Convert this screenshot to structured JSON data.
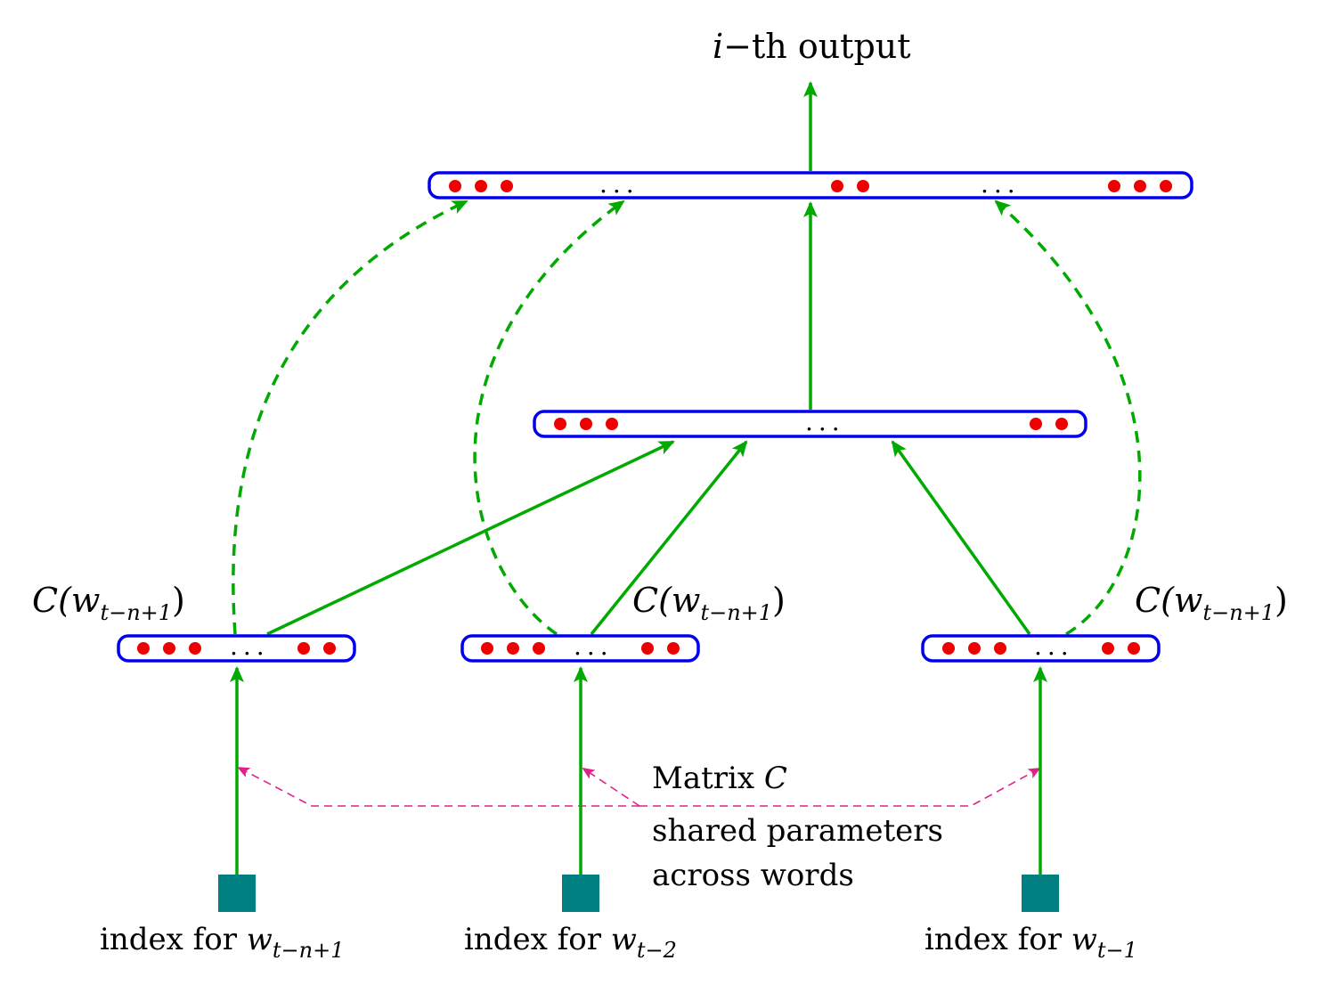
{
  "colors": {
    "solid_arrow": "#00aa00",
    "box_border": "#0000ee",
    "unit_dot": "#ee0000",
    "index_square": "#008080",
    "shared_arrow": "#e0218a"
  },
  "output_label": {
    "var": "i",
    "text": "−th output"
  },
  "ellipsis": "...",
  "embedding_labels": [
    {
      "prefix": "C(",
      "var": "w",
      "sub": "t−n+1",
      "suffix": ")"
    },
    {
      "prefix": "C(",
      "var": "w",
      "sub": "t−n+1",
      "suffix": ")"
    },
    {
      "prefix": "C(",
      "var": "w",
      "sub": "t−n+1",
      "suffix": ")"
    }
  ],
  "index_labels": [
    {
      "text": "index for ",
      "var": "w",
      "sub": "t−n+1"
    },
    {
      "text": "index for ",
      "var": "w",
      "sub": "t−2"
    },
    {
      "text": "index for ",
      "var": "w",
      "sub": "t−1"
    }
  ],
  "matrix_label": {
    "line1": "Matrix ",
    "line1_var": "C",
    "line2": "shared parameters",
    "line3": "across words"
  }
}
